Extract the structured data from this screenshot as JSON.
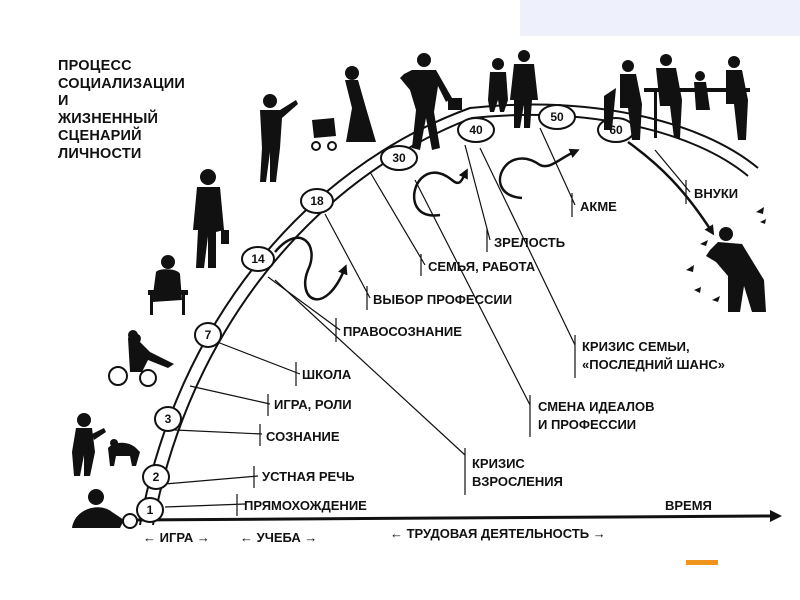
{
  "title_lines": [
    "ПРОЦЕСС",
    "СОЦИАЛИЗАЦИИ",
    "И",
    "ЖИЗНЕННЫЙ",
    "СЦЕНАРИЙ",
    "ЛИЧНОСТИ"
  ],
  "ages": [
    "1",
    "2",
    "3",
    "7",
    "14",
    "18",
    "30",
    "40",
    "50",
    "60"
  ],
  "stages": [
    "ПРЯМОХОЖДЕНИЕ",
    "УСТНАЯ РЕЧЬ",
    "СОЗНАНИЕ",
    "ИГРА, РОЛИ",
    "ШКОЛА",
    "ПРАВОСОЗНАНИЕ",
    "ВЫБОР ПРОФЕССИИ",
    "СЕМЬЯ, РАБОТА",
    "ЗРЕЛОСТЬ",
    "АКМЕ",
    "ВНУКИ"
  ],
  "crises": {
    "adolescence": [
      "КРИЗИС",
      "ВЗРОСЛЕНИЯ"
    ],
    "ideals": [
      "СМЕНА ИДЕАЛОВ",
      "И ПРОФЕССИИ"
    ],
    "family": [
      "КРИЗИС СЕМЬИ,",
      "«ПОСЛЕДНИЙ ШАНС»"
    ]
  },
  "axis": {
    "time": "ВРЕМЯ",
    "periods": [
      "← ИГРА →",
      "← УЧЕБА →",
      "← ТРУДОВАЯ ДЕЯТЕЛЬНОСТЬ →"
    ]
  },
  "colors": {
    "ink": "#111111",
    "corner_box": "#eef0fb",
    "accent": "#f0941e"
  }
}
